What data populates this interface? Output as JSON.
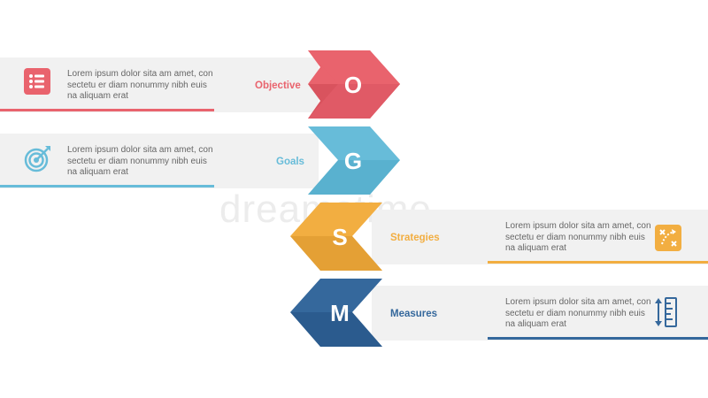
{
  "colors": {
    "objective": "#e9636d",
    "goals": "#67bcd9",
    "strategies": "#f2ae41",
    "measures": "#35689c",
    "band": "#f1f1f1"
  },
  "items": [
    {
      "letter": "O",
      "label": "Objective",
      "desc1": "Lorem ipsum dolor sita am amet, con",
      "desc2": "sectetu er diam nonummy  nibh euis",
      "desc3": "na aliquam erat",
      "icon": "list-icon"
    },
    {
      "letter": "G",
      "label": "Goals",
      "desc1": "Lorem ipsum dolor sita am amet, con",
      "desc2": "sectetu er diam nonummy  nibh euis",
      "desc3": "na aliquam erat",
      "icon": "target-icon"
    },
    {
      "letter": "S",
      "label": "Strategies",
      "desc1": "Lorem ipsum dolor sita am amet, con",
      "desc2": "sectetu er diam nonummy  nibh euis",
      "desc3": "na aliquam erat",
      "icon": "strategy-icon"
    },
    {
      "letter": "M",
      "label": "Measures",
      "desc1": "Lorem ipsum dolor sita am amet, con",
      "desc2": "sectetu er diam nonummy  nibh euis",
      "desc3": "na aliquam erat",
      "icon": "ruler-icon"
    }
  ],
  "watermark": "dreamstime"
}
